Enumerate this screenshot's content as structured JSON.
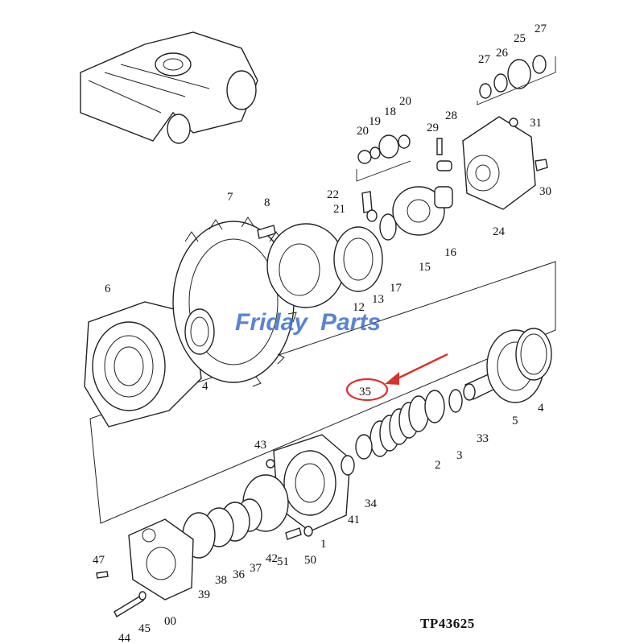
{
  "diagram": {
    "reference_code": "TP43625",
    "watermark": {
      "part1": "Friday",
      "part2": "Parts",
      "color_blue": "#3b6fd1",
      "color_orange": "#e8892a"
    },
    "highlight": {
      "label": "35",
      "color": "#d9342b"
    },
    "callouts": [
      "27",
      "26",
      "25",
      "27",
      "20",
      "19",
      "18",
      "20",
      "28",
      "29",
      "31",
      "30",
      "24",
      "22",
      "21",
      "17",
      "16",
      "15",
      "7",
      "8",
      "13",
      "12",
      "6",
      "4",
      "35",
      "2",
      "3",
      "33",
      "5",
      "4",
      "43",
      "34",
      "41",
      "1",
      "50",
      "51",
      "42",
      "37",
      "36",
      "38",
      "39",
      "47",
      "00",
      "45",
      "44"
    ]
  }
}
